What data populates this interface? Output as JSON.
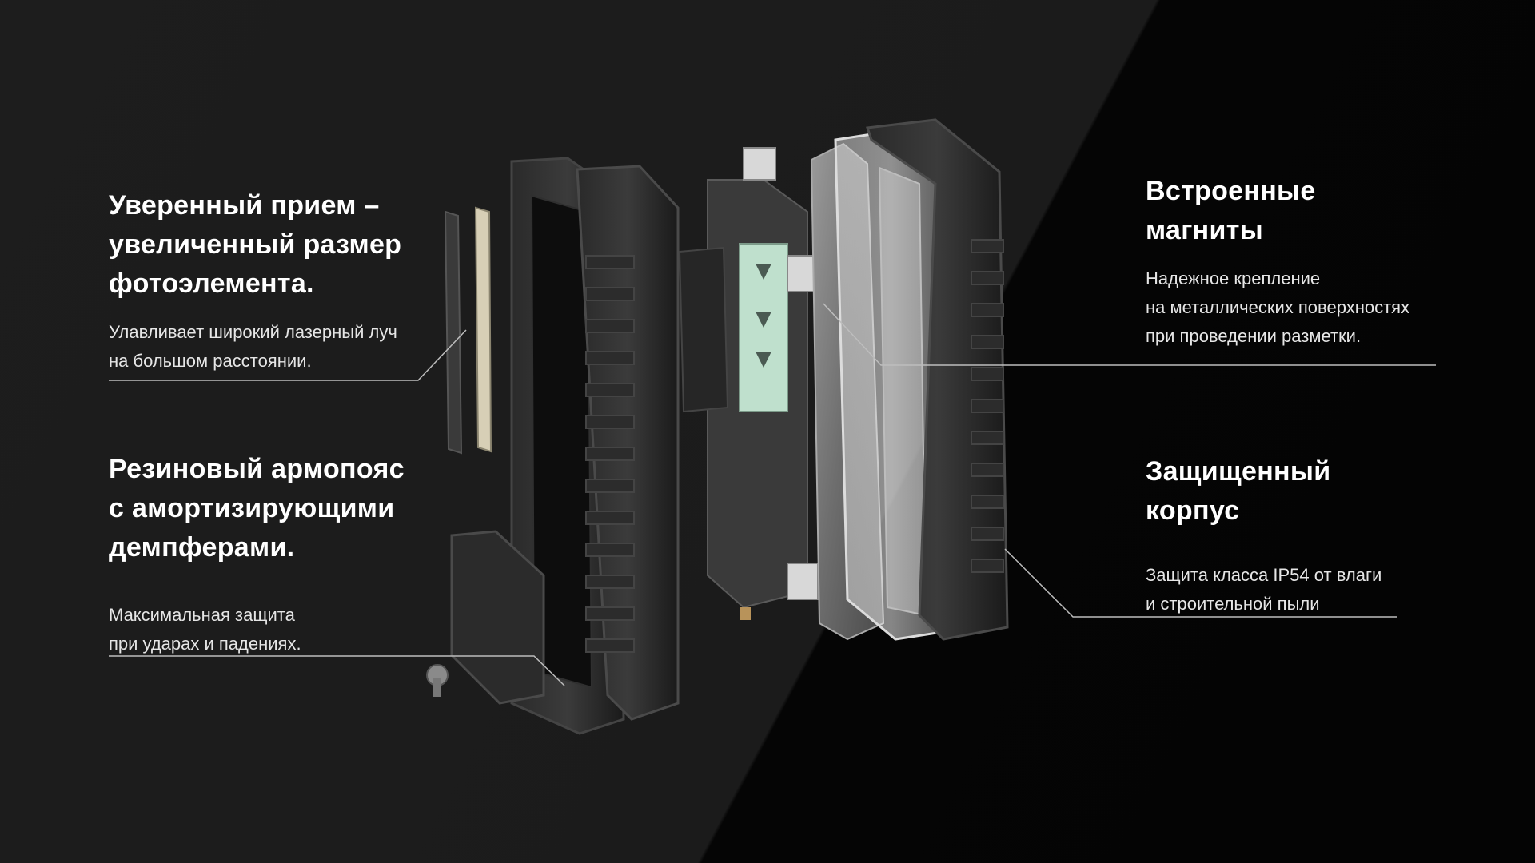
{
  "features": {
    "grip": {
      "title_lines": [
        "Уверенный прием –",
        "увеличенный размер",
        "фотоэлемента."
      ],
      "desc_lines": [
        "Улавливает широкий лазерный луч",
        "на большом расстоянии."
      ]
    },
    "bumper": {
      "title_lines": [
        "Резиновый армопояс",
        "с амортизирующими",
        "демпферами."
      ],
      "desc_lines": [
        "Максимальная защита",
        "при ударах и падениях."
      ]
    },
    "magnets": {
      "title_lines": [
        "Встроенные",
        "магниты"
      ],
      "desc_lines": [
        "Надежное крепление",
        "на металлических поверхностях",
        "при проведении разметки."
      ]
    },
    "housing": {
      "title_lines": [
        "Защищенный",
        "корпус"
      ],
      "desc_lines": [
        "Защита класса IP54 от влаги",
        "и строительной пыли"
      ]
    }
  },
  "colors": {
    "background_light": "#1c1c1c",
    "background_dark": "#050505",
    "text": "#ffffff",
    "leader_line": "#bdbdbd",
    "sensor_window": "#bfe0cd"
  }
}
